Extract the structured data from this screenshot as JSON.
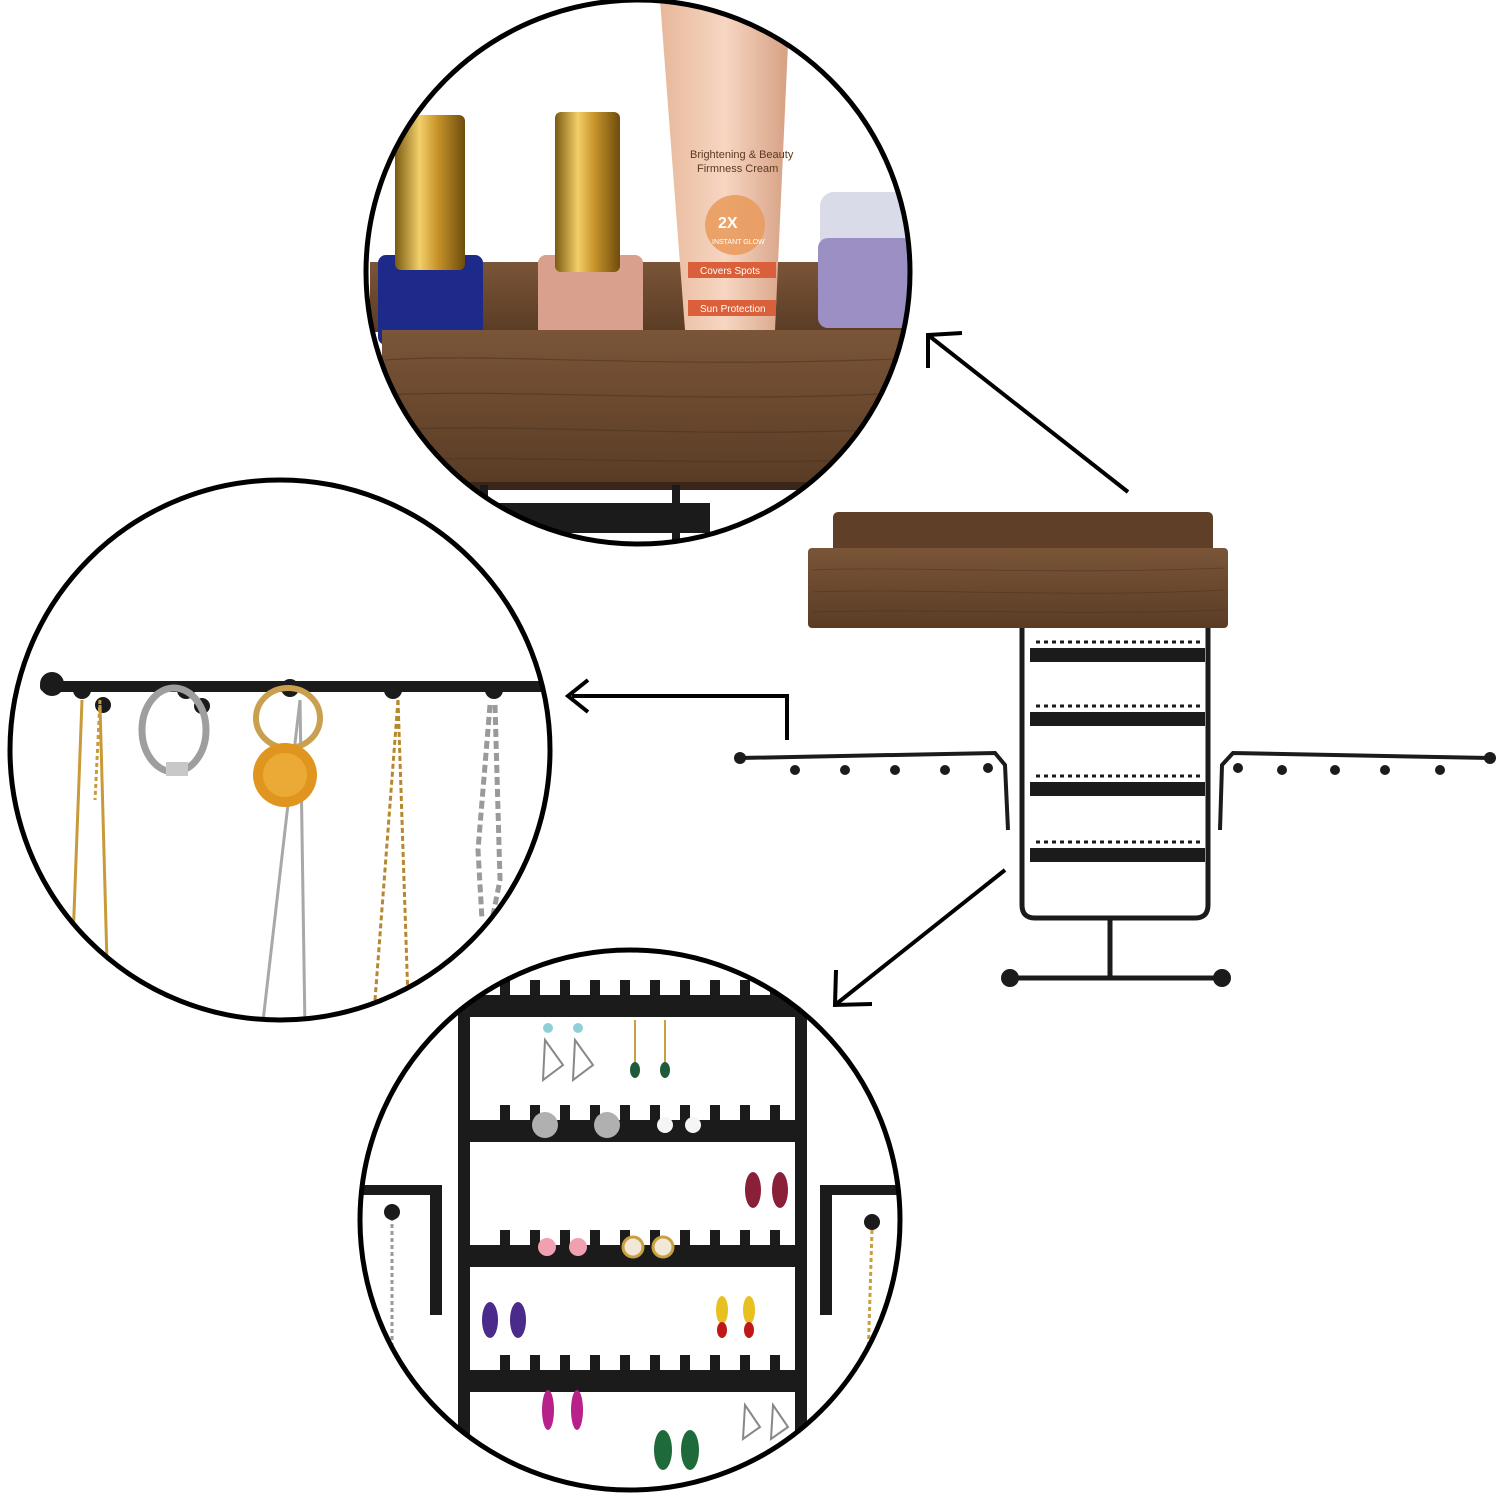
{
  "product_view": {
    "zoom_top": {
      "tube_label": {
        "line1": "Brightening & Beauty",
        "line2": "Firmness Cream",
        "badge": "2X",
        "badge_sub": "INSTANT GLOW",
        "tag1": "Covers Spots",
        "tag2": "Sun Protection"
      }
    }
  },
  "colors": {
    "wood": "#6b4a30",
    "wood_dark": "#4e331f",
    "metal": "#1b1b1b",
    "outline": "#000000",
    "background": "#ffffff"
  },
  "icons": [
    "arrow-icon"
  ]
}
